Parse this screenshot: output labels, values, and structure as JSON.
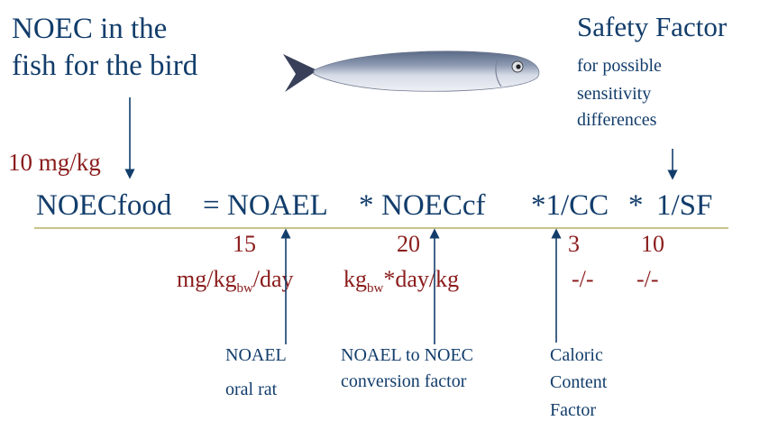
{
  "noec_title": [
    "NOEC in the",
    "fish for the bird"
  ],
  "safety_factor": {
    "title": "Safety Factor",
    "note": [
      "for possible",
      "sensitivity",
      "differences"
    ]
  },
  "noec_value": "10 mg/kg",
  "equation": {
    "lhs": "NOECfood",
    "eq": "=",
    "term1": "NOAEL",
    "op1": "*",
    "term2": "NOECcf",
    "op2": "*1/CC",
    "op3": "*",
    "term4": "1/SF"
  },
  "values": {
    "noael": "15",
    "noeccf": "20",
    "cc": "3",
    "sf": "10"
  },
  "units": {
    "noael": {
      "pre": "mg/kg",
      "sub": "bw",
      "post": "/day"
    },
    "noeccf": {
      "pre": "kg",
      "sub": "bw",
      "post": "*day/kg"
    },
    "cc": "-/-",
    "sf": "-/-"
  },
  "descriptions": {
    "noael": [
      "NOAEL",
      "oral rat"
    ],
    "conversion": [
      "NOAEL to NOEC",
      "conversion factor"
    ],
    "caloric": [
      "Caloric",
      "Content",
      "Factor"
    ]
  },
  "colors": {
    "blue": "#123d6b",
    "red": "#8b1c1c",
    "rule": "#c9c38a"
  }
}
